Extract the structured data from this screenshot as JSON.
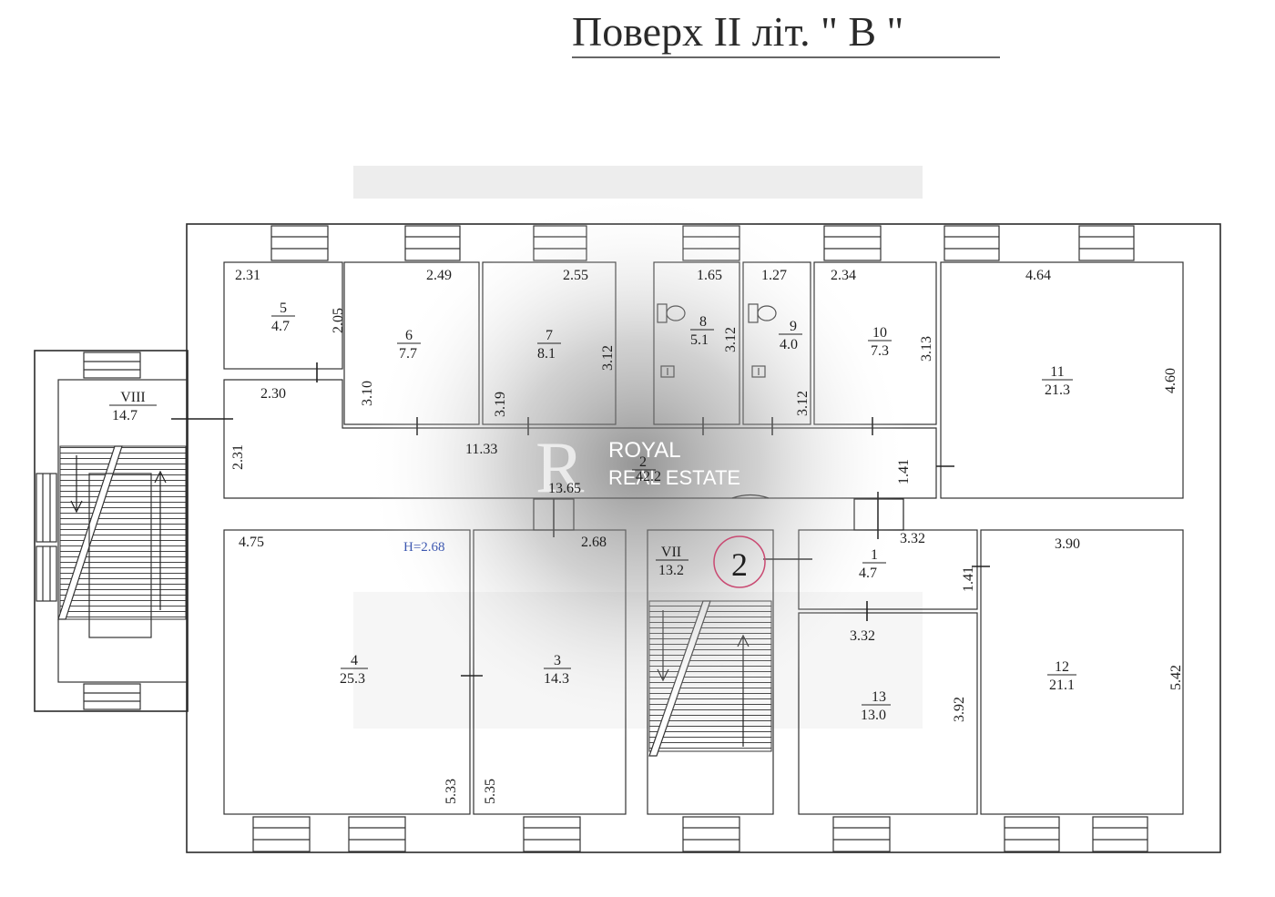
{
  "title": "Поверх II  літ. \" В \"",
  "watermark": {
    "line1": "ROYAL",
    "line2": "REAL ESTATE"
  },
  "height_note": "H=2.68",
  "section_mark": "2",
  "rooms": [
    {
      "id": "r5",
      "number": "5",
      "area": "4.7"
    },
    {
      "id": "r6",
      "number": "6",
      "area": "7.7"
    },
    {
      "id": "r7",
      "number": "7",
      "area": "8.1"
    },
    {
      "id": "r8",
      "number": "8",
      "area": "5.1"
    },
    {
      "id": "r9",
      "number": "9",
      "area": "4.0"
    },
    {
      "id": "r10",
      "number": "10",
      "area": "7.3"
    },
    {
      "id": "r11",
      "number": "11",
      "area": "21.3"
    },
    {
      "id": "r2",
      "number": "2",
      "area": "42.2"
    },
    {
      "id": "r4",
      "number": "4",
      "area": "25.3"
    },
    {
      "id": "r3",
      "number": "3",
      "area": "14.3"
    },
    {
      "id": "r1",
      "number": "1",
      "area": "4.7"
    },
    {
      "id": "r12",
      "number": "12",
      "area": "21.1"
    },
    {
      "id": "r13",
      "number": "13",
      "area": "13.0"
    },
    {
      "id": "rVIII",
      "number": "VIII",
      "area": "14.7"
    },
    {
      "id": "rVII",
      "number": "VII",
      "area": "13.2"
    }
  ],
  "dimensions": [
    "2.31",
    "2.49",
    "2.55",
    "1.65",
    "1.27",
    "2.34",
    "4.64",
    "2.05",
    "3.10",
    "3.19",
    "3.12",
    "3.12",
    "3.12",
    "3.13",
    "4.60",
    "2.30",
    "2.31",
    "11.33",
    "13.65",
    "1.41",
    "4.75",
    "2.68",
    "3.32",
    "3.90",
    "1.41",
    "3.32",
    "5.42",
    "3.92",
    "5.33",
    "5.35"
  ]
}
